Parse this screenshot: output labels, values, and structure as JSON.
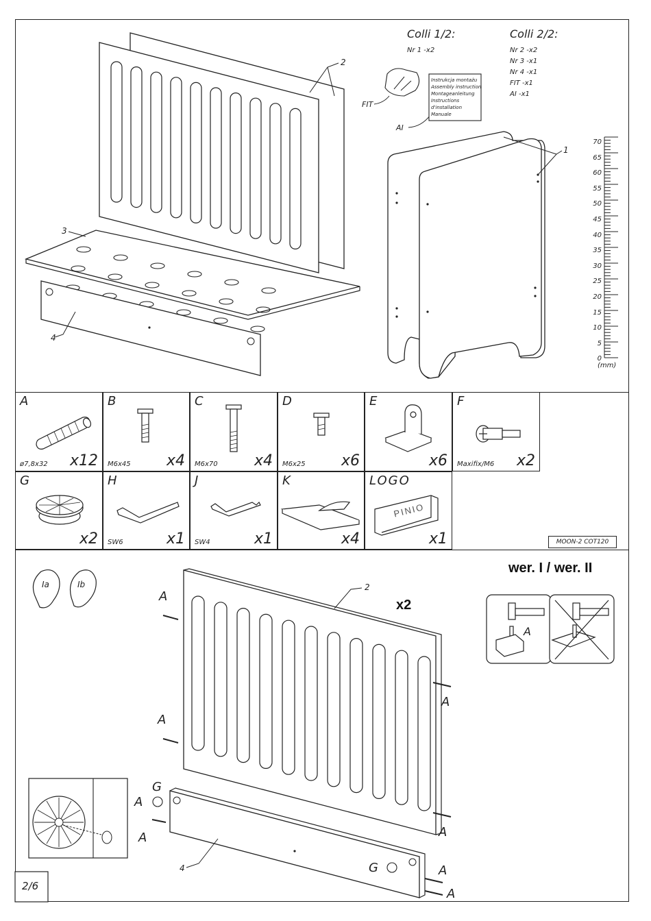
{
  "colli": {
    "c1_title": "Colli 1/2:",
    "c1_items": [
      "Nr 1 -x2"
    ],
    "c2_title": "Colli 2/2:",
    "c2_items": [
      "Nr 2 -x2",
      "Nr 3 -x1",
      "Nr 4 -x1",
      "FIT -x1",
      "AI -x1"
    ]
  },
  "manual_lines": [
    "Instrukcja montażu",
    "Assembly instruction",
    "Montageanleitung",
    "Instructions d'installation",
    "Manuale"
  ],
  "callouts": {
    "fit": "FIT",
    "ai": "AI",
    "n1": "1",
    "n2": "2",
    "n3": "3",
    "n4": "4"
  },
  "ruler": {
    "labels": [
      "70",
      "65",
      "60",
      "55",
      "50",
      "45",
      "40",
      "35",
      "30",
      "25",
      "20",
      "15",
      "10",
      "5",
      "0"
    ],
    "unit": "(mm)"
  },
  "parts": [
    {
      "letter": "A",
      "spec": "ø7,8x32",
      "qty": "x12"
    },
    {
      "letter": "B",
      "spec": "M6x45",
      "qty": "x4"
    },
    {
      "letter": "C",
      "spec": "M6x70",
      "qty": "x4"
    },
    {
      "letter": "D",
      "spec": "M6x25",
      "qty": "x6"
    },
    {
      "letter": "E",
      "spec": "",
      "qty": "x6"
    },
    {
      "letter": "F",
      "spec": "Maxifix/M6",
      "qty": "x2"
    },
    {
      "letter": "G",
      "spec": "",
      "qty": "x2"
    },
    {
      "letter": "H",
      "spec": "SW6",
      "qty": "x1"
    },
    {
      "letter": "J",
      "spec": "SW4",
      "qty": "x1"
    },
    {
      "letter": "K",
      "spec": "",
      "qty": "x4"
    },
    {
      "letter": "LOGO",
      "spec": "",
      "qty": "x1"
    }
  ],
  "logo_text": "PINIO",
  "model_code": "MOON-2 COT120",
  "step": {
    "version": "wer. I / wer. II",
    "multiplier": "x2",
    "foot_left": "Ia",
    "foot_right": "Ib",
    "label_A": "A",
    "label_G": "G",
    "label_2": "2",
    "label_4": "4"
  },
  "page_number": "2/6"
}
